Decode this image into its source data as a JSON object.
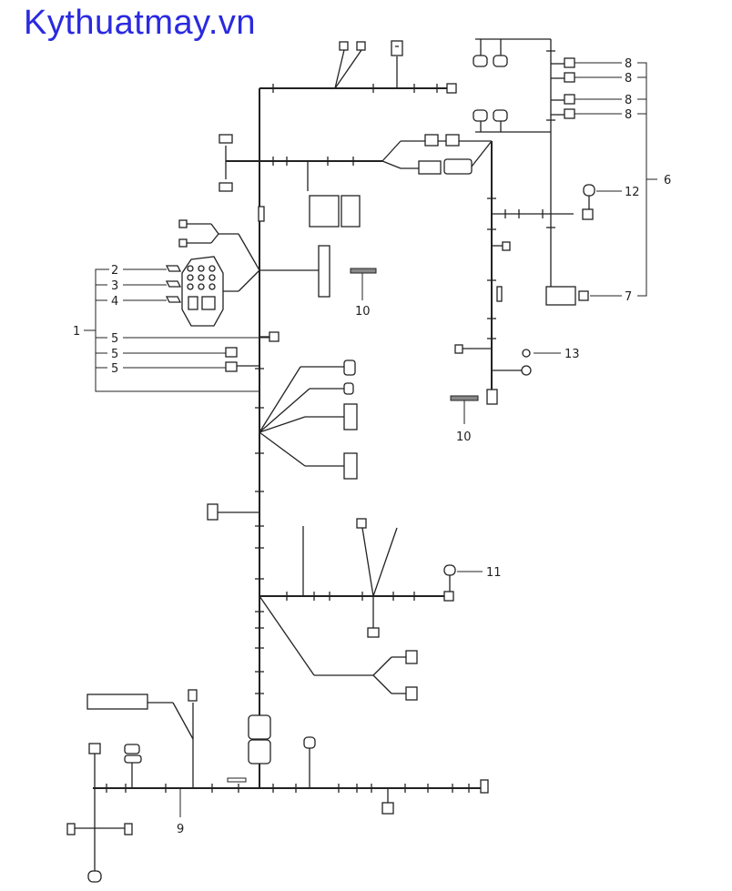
{
  "watermark": "Kythuatmay.vn",
  "callouts": {
    "c1": "1",
    "c2": "2",
    "c3": "3",
    "c4": "4",
    "c5a": "5",
    "c5b": "5",
    "c5c": "5",
    "c6": "6",
    "c7": "7",
    "c8a": "8",
    "c8b": "8",
    "c8c": "8",
    "c8d": "8",
    "c9": "9",
    "c10a": "10",
    "c10b": "10",
    "c11": "11",
    "c12": "12",
    "c13": "13"
  }
}
